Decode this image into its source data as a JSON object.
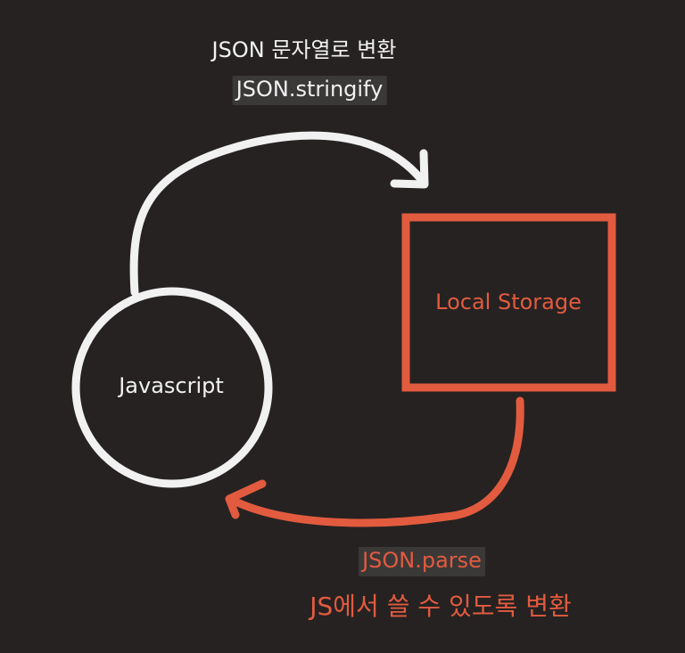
{
  "colors": {
    "background": "#262222",
    "light": "#f1f1f1",
    "accent": "#e25b3f",
    "code_bg": "#3b3838"
  },
  "nodes": {
    "javascript": {
      "label": "Javascript"
    },
    "local_storage": {
      "label": "Local Storage"
    }
  },
  "edges": {
    "stringify": {
      "caption": "JSON 문자열로 변환",
      "code": "JSON.stringify"
    },
    "parse": {
      "code": "JSON.parse",
      "caption": "JS에서 쓸 수 있도록 변환"
    }
  }
}
